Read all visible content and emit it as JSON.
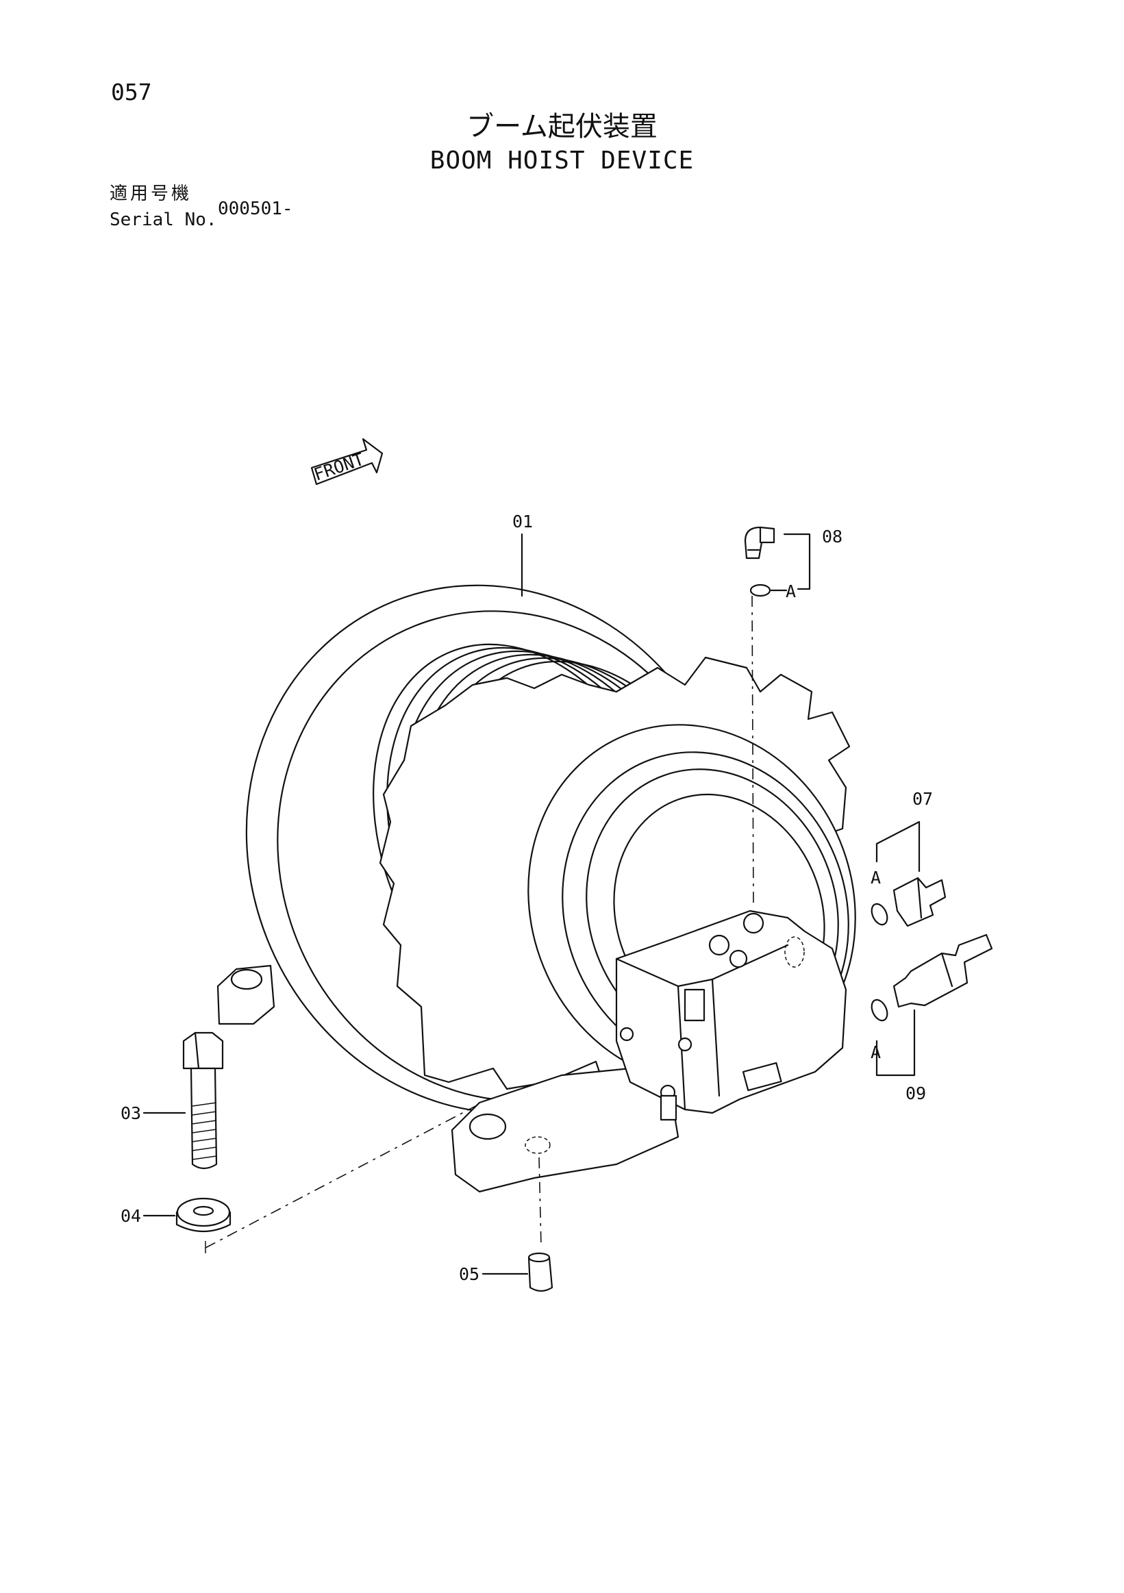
{
  "page_number": "057",
  "title_jp": "ブーム起伏装置",
  "title_en": "BOOM HOIST DEVICE",
  "serial": {
    "label_jp": "適用号機",
    "label_en": "Serial No.",
    "value": "000501-"
  },
  "front_marker": "FRONT",
  "callouts": {
    "c01": "01",
    "c03": "03",
    "c04": "04",
    "c05": "05",
    "c07": "07",
    "c08": "08",
    "c09": "09",
    "a1": "A",
    "a2": "A",
    "a3": "A"
  }
}
